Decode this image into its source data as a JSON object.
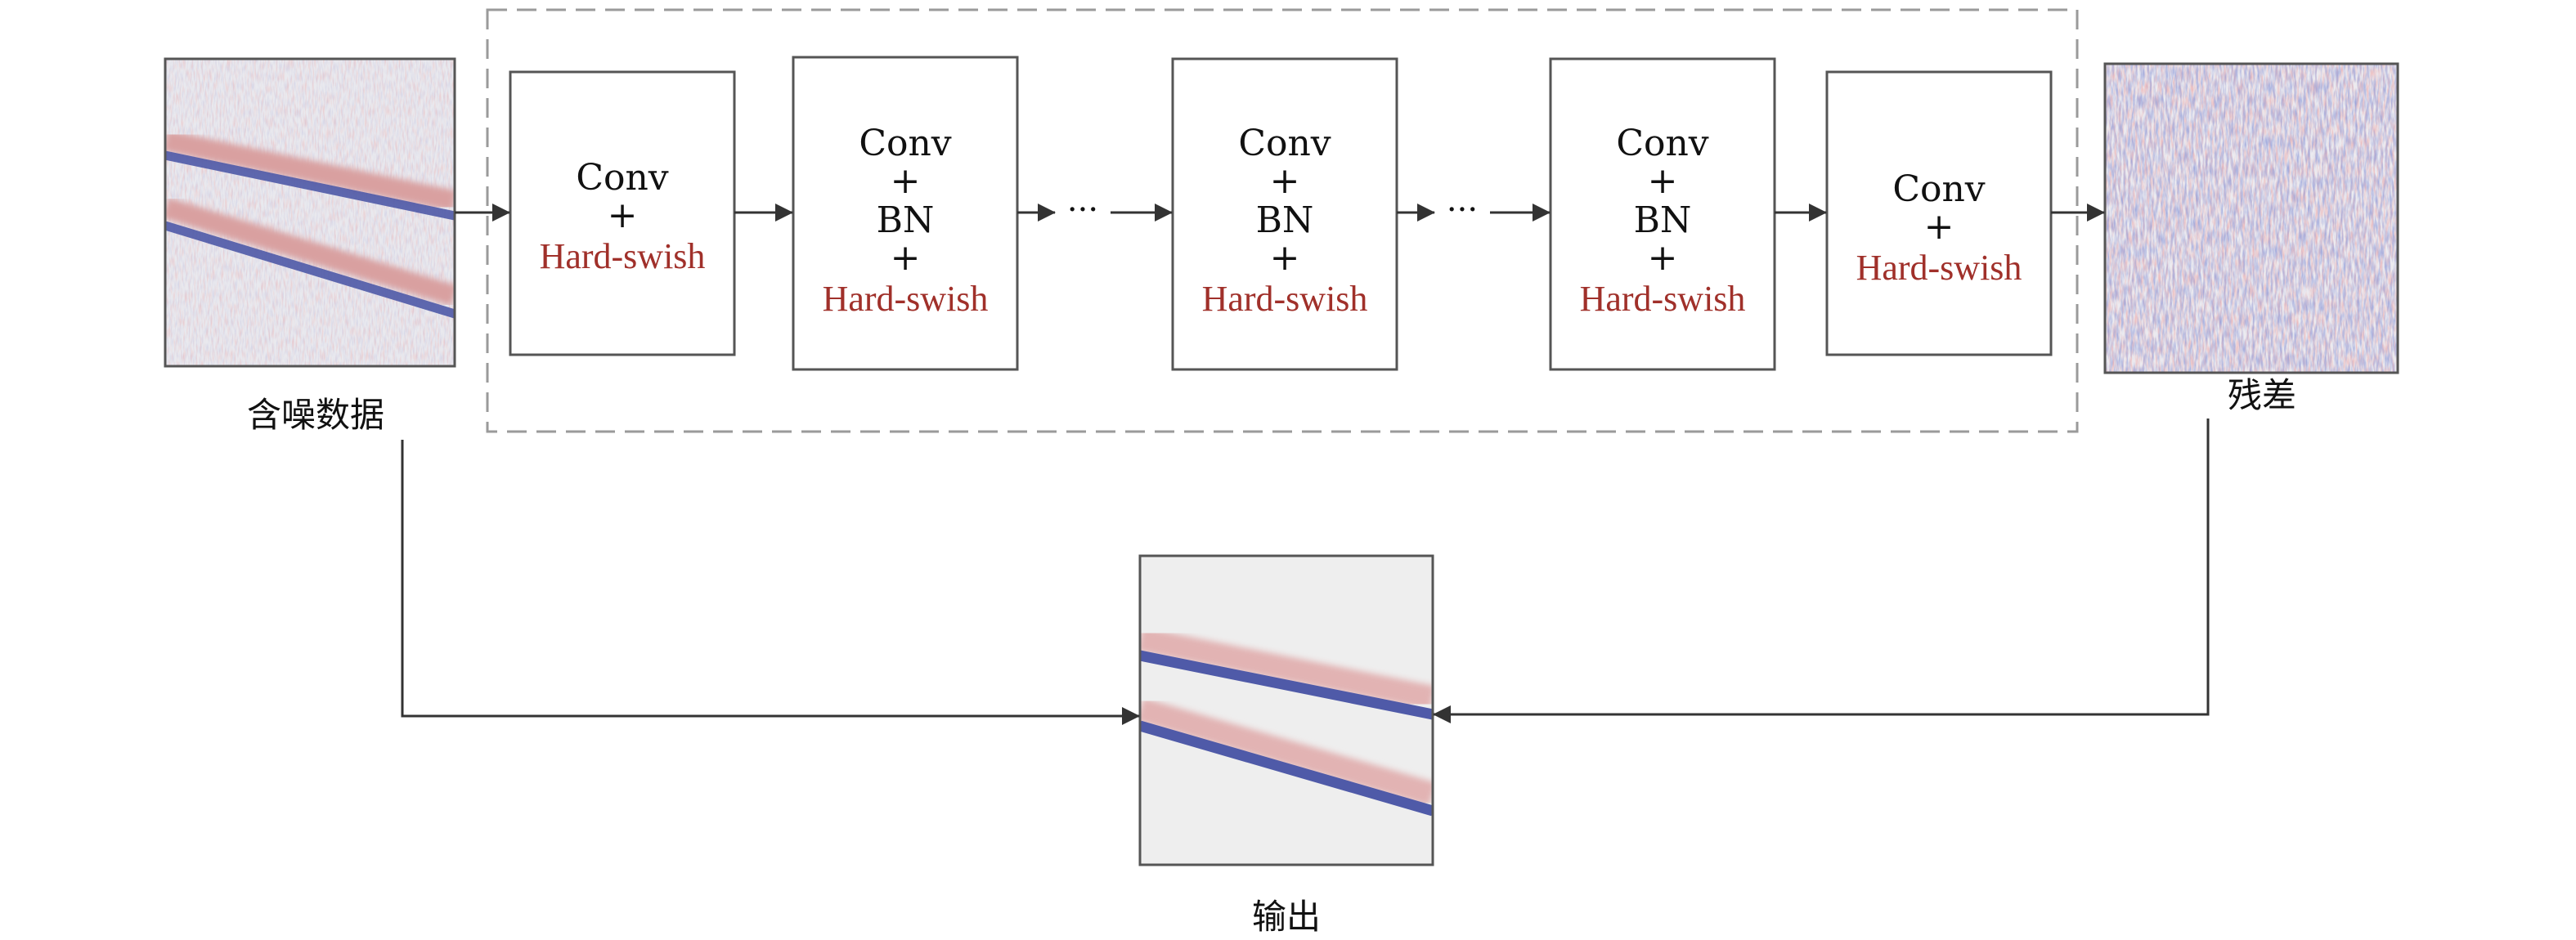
{
  "colors": {
    "activation": "#a0302a",
    "text": "#111111",
    "box_border": "#555555",
    "dashed_border": "#9a9a9a",
    "arrow": "#333333",
    "signal_blue": "#4f5aa8",
    "signal_red": "#d9a0a0"
  },
  "images": {
    "noisy_caption": "含噪数据",
    "residual_caption": "残差",
    "output_caption": "输出"
  },
  "blocks": [
    {
      "lines": [
        "Conv",
        "+",
        "Hard-swish"
      ]
    },
    {
      "lines": [
        "Conv",
        "+",
        "BN",
        "+",
        "Hard-swish"
      ]
    },
    {
      "lines": [
        "Conv",
        "+",
        "BN",
        "+",
        "Hard-swish"
      ]
    },
    {
      "lines": [
        "Conv",
        "+",
        "BN",
        "+",
        "Hard-swish"
      ]
    },
    {
      "lines": [
        "Conv",
        "+",
        "Hard-swish"
      ]
    }
  ],
  "ellipsis": "···"
}
